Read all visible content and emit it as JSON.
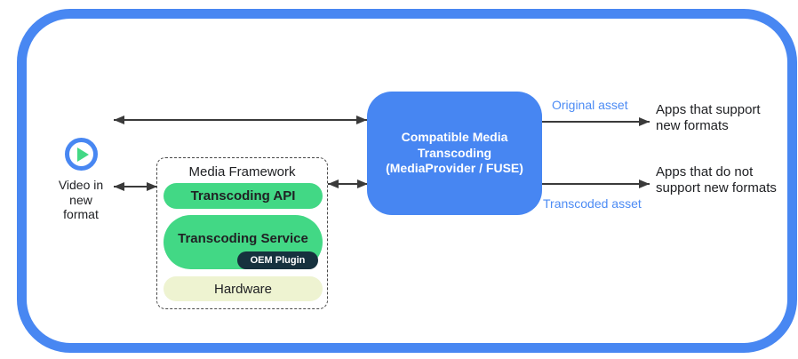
{
  "colors": {
    "border-blue": "#4887F2",
    "box-blue": "#4786F2",
    "link-blue": "#4C8BF4",
    "green": "#42D885",
    "navy": "#16313E",
    "cream": "#EEF3D1",
    "arrow": "#3A3A3A",
    "ink": "#202124"
  },
  "source": {
    "icon": "play-icon",
    "label": "Video in\nnew\nformat"
  },
  "media_framework": {
    "title": "Media Framework",
    "layers": [
      {
        "label": "Transcoding API"
      },
      {
        "label": "Transcoding Service",
        "plugin": "OEM Plugin"
      },
      {
        "label": "Hardware"
      }
    ]
  },
  "transcoder": {
    "label": "Compatible Media\nTranscoding\n(MediaProvider / FUSE)"
  },
  "outputs": [
    {
      "asset": "Original asset",
      "target": "Apps that support\nnew formats"
    },
    {
      "asset": "Transcoded asset",
      "target": "Apps that do not\nsupport new formats"
    }
  ]
}
